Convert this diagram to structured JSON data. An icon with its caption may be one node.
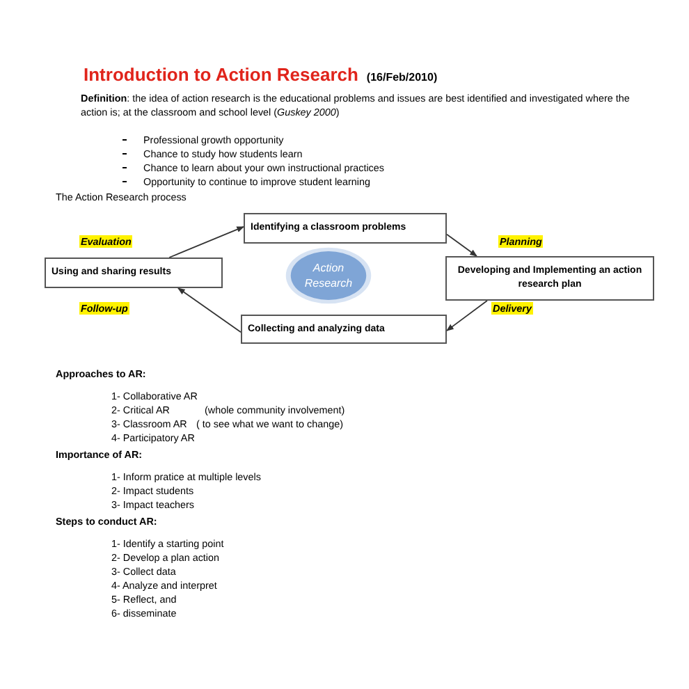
{
  "diagram": {
    "title": "Introduction to Action Research",
    "nodes": [
      {
        "text": [
          "Identifying a classroom problems"
        ]
      },
      {
        "text": [
          "Developing and Implementing an action research plan"
        ]
      },
      {
        "text": [
          "Collecting and analyzing data"
        ]
      },
      {
        "text": [
          "Using and sharing results"
        ]
      },
      {
        "text": [
          "Action Research"
        ]
      }
    ],
    "edges": [
      {
        "from": 3,
        "to": 0,
        "arrow": "to"
      },
      {
        "from": 0,
        "to": 1,
        "arrow": "to"
      },
      {
        "from": 1,
        "to": 2,
        "arrow": "to"
      },
      {
        "from": 2,
        "to": 3,
        "arrow": "to"
      }
    ],
    "labels": [
      "(16/Feb/2010)",
      "**Definition**: the idea of action research is the educational problems and issues are best identified and investigated where the action is; at the classroom and school level (*Guskey 2000*)",
      "Professional growth opportunity",
      "Chance to study how students learn",
      "Chance to learn about your own instructional practices",
      "Opportunity to continue to improve student learning",
      "The Action Research process",
      "Evaluation",
      "Planning",
      "Follow-up",
      "Delivery",
      "Approaches to AR:",
      "1- Collaborative AR",
      "2- Critical AR",
      "(whole community involvement)",
      "3- Classroom AR",
      "( to see what we want to change)",
      "4- Participatory AR",
      "Importance of AR:",
      "1- Inform pratice at multiple levels",
      "2- Impact students",
      "3- Impact teachers",
      "Steps to conduct AR:",
      "1- Identify a starting point",
      "2- Develop a plan action",
      "3- Collect data",
      "4- Analyze and interpret",
      "5- Reflect, and",
      "6- disseminate"
    ]
  }
}
